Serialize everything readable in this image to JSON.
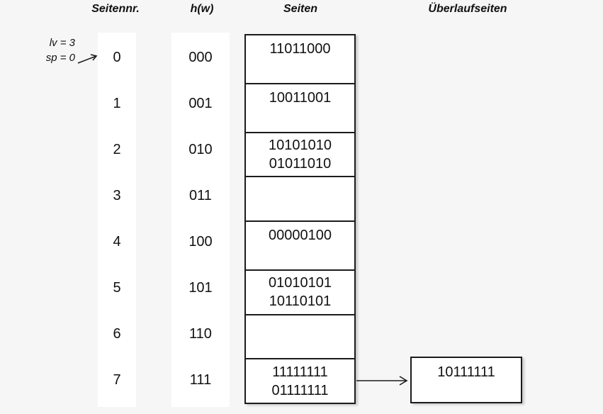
{
  "headers": {
    "page_no": "Seitennr.",
    "hash": "h(w)",
    "pages": "Seiten",
    "overflow": "Überlaufseiten"
  },
  "annotation": {
    "line1": "lv = 3",
    "line2": "sp = 0"
  },
  "rows": [
    {
      "page_no": "0",
      "hash": "000",
      "values": [
        "11011000"
      ]
    },
    {
      "page_no": "1",
      "hash": "001",
      "values": [
        "10011001"
      ]
    },
    {
      "page_no": "2",
      "hash": "010",
      "values": [
        "10101010",
        "01011010"
      ]
    },
    {
      "page_no": "3",
      "hash": "011",
      "values": []
    },
    {
      "page_no": "4",
      "hash": "100",
      "values": [
        "00000100"
      ]
    },
    {
      "page_no": "5",
      "hash": "101",
      "values": [
        "01010101",
        "10110101"
      ]
    },
    {
      "page_no": "6",
      "hash": "110",
      "values": []
    },
    {
      "page_no": "7",
      "hash": "111",
      "values": [
        "11111111",
        "01111111"
      ],
      "overflow": [
        "10111111"
      ]
    }
  ],
  "colors": {
    "background": "#f6f6f6",
    "panel": "#ffffff",
    "line": "#1b1b1b",
    "text": "#111111"
  }
}
